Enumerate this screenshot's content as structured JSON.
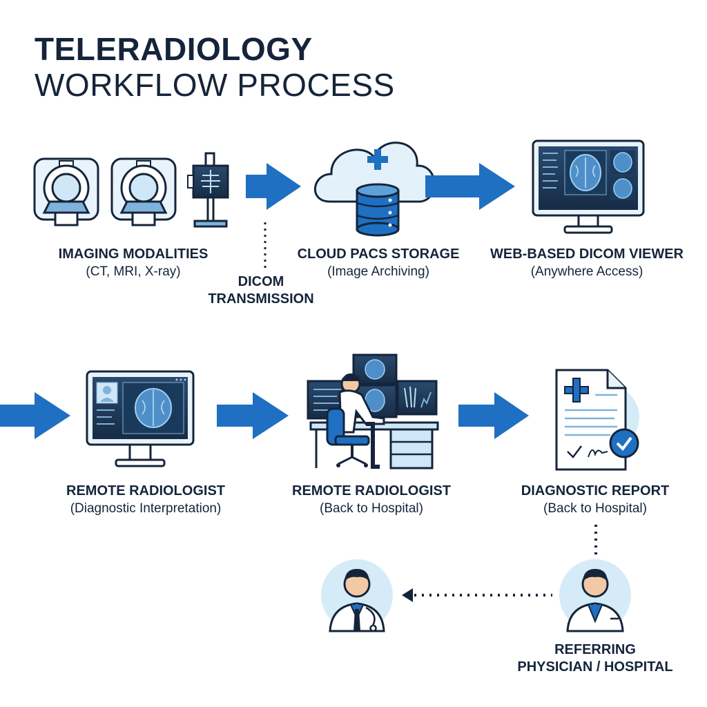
{
  "title": {
    "line1": "TELERADIOLOGY",
    "line2": "WORKFLOW PROCESS"
  },
  "colors": {
    "navy": "#15243a",
    "blue": "#1f6fc2",
    "light_blue": "#d5ecf8",
    "screen": "#1e3550"
  },
  "steps": [
    {
      "title": "IMAGING MODALITIES",
      "subtitle": "(CT, MRI, X-ray)",
      "icon": "scanner-icon"
    },
    {
      "title": "CLOUD PACS STORAGE",
      "subtitle": "(Image Archiving)",
      "icon": "cloud-database-icon"
    },
    {
      "title": "WEB-BASED DICOM VIEWER",
      "subtitle": "(Anywhere Access)",
      "icon": "monitor-icon"
    },
    {
      "title": "REMOTE RADIOLOGIST",
      "subtitle": "(Diagnostic Interpretation)",
      "icon": "monitor-icon"
    },
    {
      "title": "REMOTE RADIOLOGIST",
      "subtitle": "(Back to Hospital)",
      "icon": "radiologist-workstation-icon"
    },
    {
      "title": "DIAGNOSTIC REPORT",
      "subtitle": "(Back to Hospital)",
      "icon": "report-icon"
    }
  ],
  "transmission": {
    "line1": "DICOM",
    "line2": "TRANSMISSION"
  },
  "referring": {
    "line1": "REFERRING",
    "line2": "PHYSICIAN / HOSPITAL"
  }
}
